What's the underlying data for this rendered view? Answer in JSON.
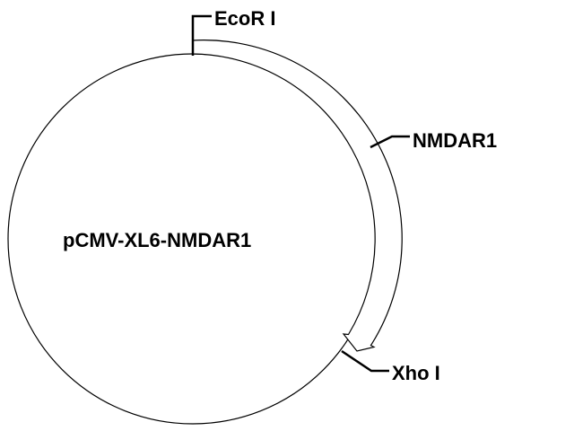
{
  "plasmid": {
    "name": "pCMV-XL6-NMDAR1"
  },
  "features": {
    "insert": {
      "label": "NMDAR1"
    }
  },
  "sites": {
    "ecori": {
      "label": "EcoR I"
    },
    "xhoi": {
      "label": "Xho I"
    }
  },
  "colors": {
    "line": "#000000",
    "background": "#ffffff",
    "arrow_fill": "#ffffff"
  }
}
